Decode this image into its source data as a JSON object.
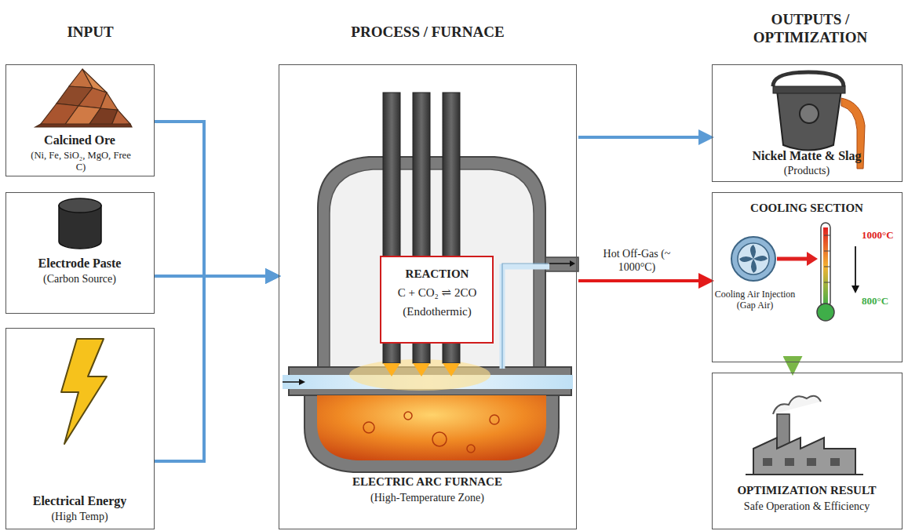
{
  "diagram": {
    "nodes": [
      {
        "text": [
          "Calcined Ore",
          "(Ni, Fe, SiO₂, MgO, Free C)"
        ]
      },
      {
        "text": [
          "Electrode Paste",
          "(Carbon Source)"
        ]
      },
      {
        "text": [
          "Electrical Energy",
          "(High Temp)"
        ]
      },
      {
        "text": [
          "ELECTRIC ARC FURNACE",
          "(High-Temperature Zone)"
        ]
      },
      {
        "text": [
          "REACTION",
          "C + CO₂ ⇌ 2CO",
          "(Endothermic)"
        ],
        "in": 3
      },
      {
        "text": [
          "Nickel Matte & Slag",
          "(Products)"
        ]
      },
      {
        "text": [
          "COOLING SECTION",
          "Cooling Air Injection (Gap Air)"
        ]
      },
      {
        "text": [
          "OPTIMIZATION RESULT",
          "Safe Operation & Efficiency"
        ]
      }
    ],
    "edges": [
      {
        "from": 0,
        "to": 3,
        "arrow": "to"
      },
      {
        "from": 1,
        "to": 3,
        "arrow": "to"
      },
      {
        "from": 2,
        "to": 3,
        "arrow": "to"
      },
      {
        "from": 3,
        "to": 5,
        "arrow": "to"
      },
      {
        "from": 3,
        "to": 6,
        "label": "Hot Off-Gas (~ 1000°C)",
        "arrow": "to"
      },
      {
        "from": 6,
        "to": 7,
        "arrow": "to"
      }
    ],
    "labels": [
      "INPUT",
      "PROCESS / FURNACE",
      "OUTPUTS / OPTIMIZATION",
      "1000°C",
      "800°C"
    ]
  }
}
